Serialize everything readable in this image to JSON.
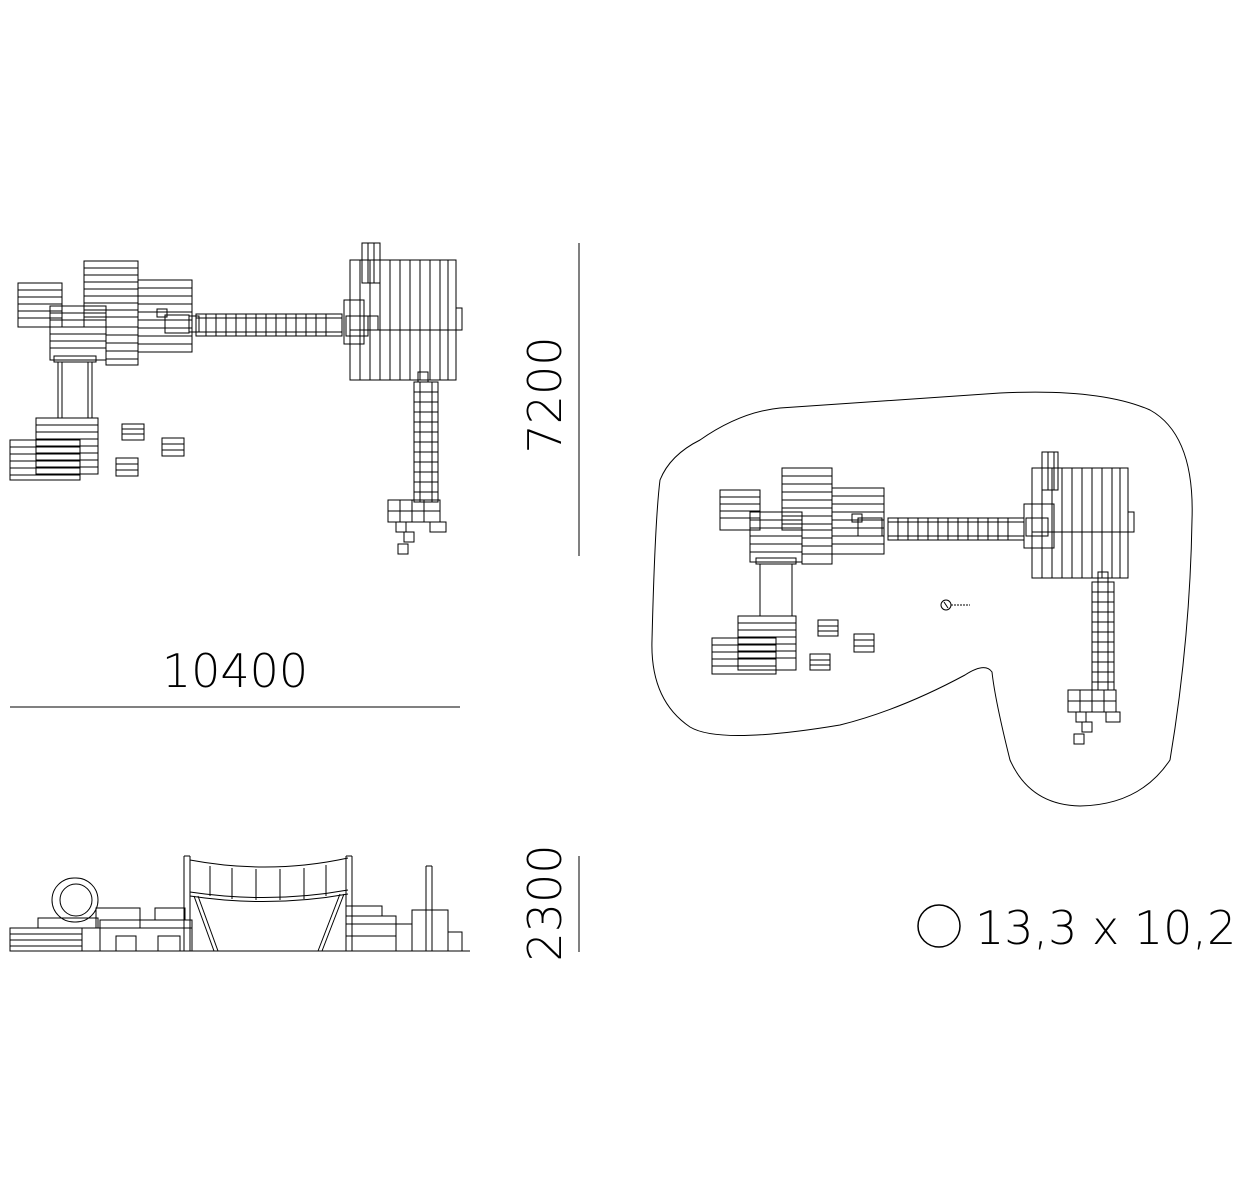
{
  "dimensions": {
    "width": "10400",
    "depth": "7200",
    "height": "2300"
  },
  "safety_area": {
    "label": "13,3 x 10,2"
  },
  "colors": {
    "line": "#000000",
    "background": "#ffffff"
  },
  "icons": {
    "area_symbol": "circle-icon",
    "north_marker": "north-arrow-icon"
  }
}
